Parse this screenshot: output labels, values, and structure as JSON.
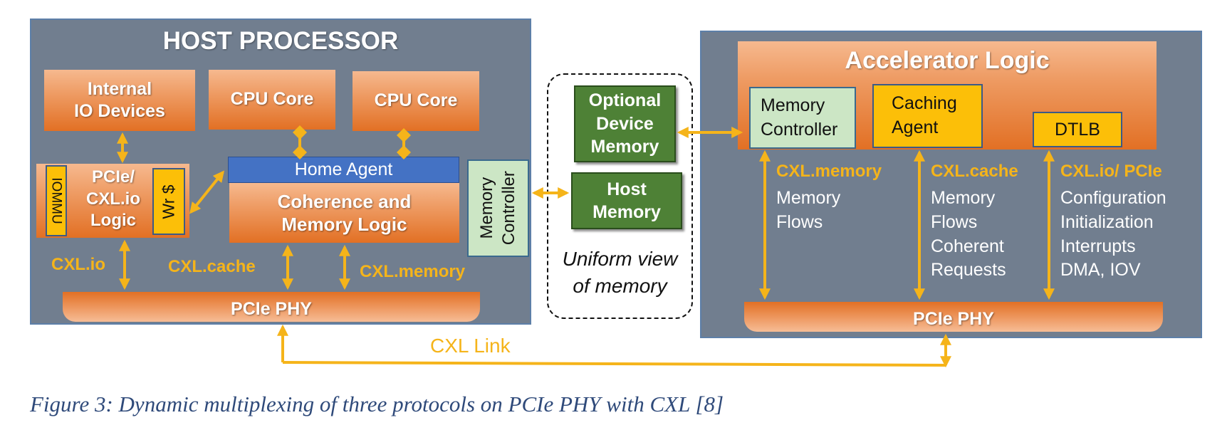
{
  "host": {
    "title": "HOST PROCESSOR",
    "internal_io": "Internal\nIO Devices",
    "cpu_core_1": "CPU Core",
    "cpu_core_2": "CPU Core",
    "iommu": "IOMMU",
    "pcie_logic": "PCIe/\nCXL.io\nLogic",
    "wr_cache": "Wr $",
    "home_agent": "Home Agent",
    "coherence": "Coherence and\nMemory Logic",
    "memory_controller": "Memory\nController",
    "label_cxl_io": "CXL.io",
    "label_cxl_cache": "CXL.cache",
    "label_cxl_memory": "CXL.memory",
    "phy": "PCIe PHY"
  },
  "memory": {
    "optional_device": "Optional\nDevice\nMemory",
    "host_memory": "Host\nMemory",
    "uniform_view": "Uniform view\nof memory"
  },
  "accelerator": {
    "title": "Accelerator Logic",
    "memory_controller": "Memory\nController",
    "caching_agent": "Caching\nAgent",
    "dtlb": "DTLB",
    "col1_title": "CXL.memory",
    "col1_text": "Memory\nFlows",
    "col2_title": "CXL.cache",
    "col2_text": "Memory\nFlows\nCoherent\nRequests",
    "col3_title": "CXL.io/ PCIe",
    "col3_text": "Configuration\nInitialization\nInterrupts\nDMA, IOV",
    "phy": "PCIe PHY"
  },
  "link_label": "CXL Link",
  "caption": "Figure 3: Dynamic multiplexing of three protocols on PCIe PHY with CXL [8]",
  "colors": {
    "panel": "#717e8f",
    "orange": "#e27024",
    "arrow": "#f5b41a",
    "home_agent": "#4472c4",
    "green": "#4e8136",
    "light_green": "#cce6c5",
    "yellow": "#fcbf08",
    "caption": "#2f4a7a"
  }
}
